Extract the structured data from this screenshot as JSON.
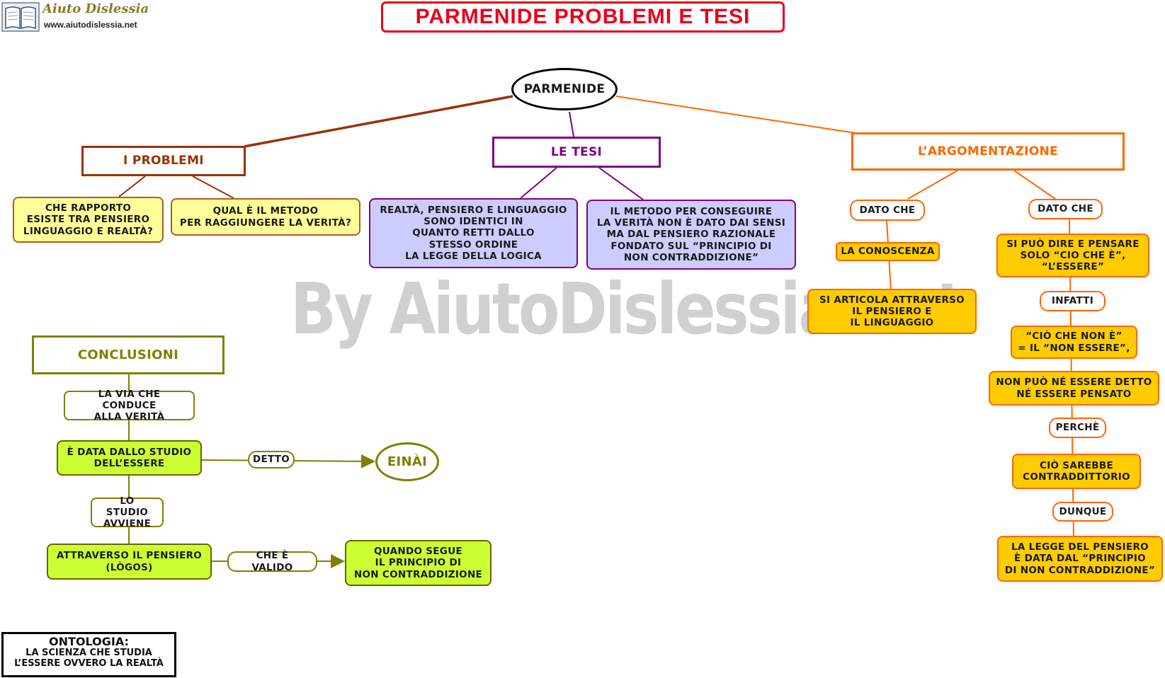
{
  "logo": {
    "brand": "Aiuto Dislessia",
    "url": "www.aiutodislessia.net"
  },
  "title": "PARMENIDE PROBLEMI E TESI",
  "watermark": "By AiutoDislessia.net",
  "root": "PARMENIDE",
  "problemi": {
    "header": "I PROBLEMI",
    "q1": "CHE RAPPORTO\nESISTE TRA PENSIERO\nLINGUAGGIO E REALTÀ?",
    "q2": "QUAL È IL METODO\nPER RAGGIUNGERE LA VERITÀ?"
  },
  "tesi": {
    "header": "LE TESI",
    "t1": "REALTÀ, PENSIERO E LINGUAGGIO\nSONO IDENTICI IN\nQUANTO RETTI DALLO\nSTESSO ORDINE\nLA LEGGE DELLA LOGICA",
    "t2": "IL METODO PER CONSEGUIRE\nLA VERITÀ NON È DATO DAI SENSI\nMA DAL PENSIERO RAZIONALE\nFONDATO SUL “PRINCIPIO DI\nNON CONTRADDIZIONE”"
  },
  "argomentazione": {
    "header": "L’ARGOMENTAZIONE",
    "left": {
      "connector": "DATO CHE",
      "n1": "LA CONOSCENZA",
      "n2": "SI ARTICOLA ATTRAVERSO\nIL PENSIERO E\nIL LINGUAGGIO"
    },
    "right": {
      "connector1": "DATO CHE",
      "n1": "SI PUÒ DIRE E PENSARE\nSOLO “CIO CHE È”,\n“L’ESSERE”",
      "connector2": "INFATTI",
      "n2": "“CIÒ CHE NON È”\n= IL “NON ESSERE”,",
      "n3": "NON PUÒ NÉ ESSERE DETTO\nNÉ ESSERE PENSATO",
      "connector3": "PERCHÈ",
      "n4": "CIÒ SAREBBE\nCONTRADDITTORIO",
      "connector4": "DUNQUE",
      "n5": "LA LEGGE DEL PENSIERO\nÈ DATA DAL “PRINCIPIO\nDI NON CONTRADDIZIONE”"
    }
  },
  "conclusioni": {
    "header": "CONCLUSIONI",
    "c1": "LA VIA CHE CONDUCE\nALLA VERITÀ",
    "c2": "È DATA DALLO STUDIO\nDELL’ESSERE",
    "detto": "DETTO",
    "einai": "EINÀI",
    "c3": "LO STUDIO\nAVVIENE",
    "c4": "ATTRAVERSO IL PENSIERO\n(LÒGOS)",
    "valido": "CHE È VALIDO",
    "c5": "QUANDO SEGUE\nIL PRINCIPIO DI\nNON CONTRADDIZIONE"
  },
  "ontologia": {
    "title": "ONTOLOGIA:",
    "text": "LA SCIENZA CHE STUDIA\nL’ESSERE OVVERO LA REALTÀ"
  },
  "colors": {
    "title_red": "#e8001c",
    "problemi_brown": "#993300",
    "tesi_purple": "#800080",
    "argomentazione_orange": "#ff6600",
    "conclusioni_olive": "#808000"
  }
}
